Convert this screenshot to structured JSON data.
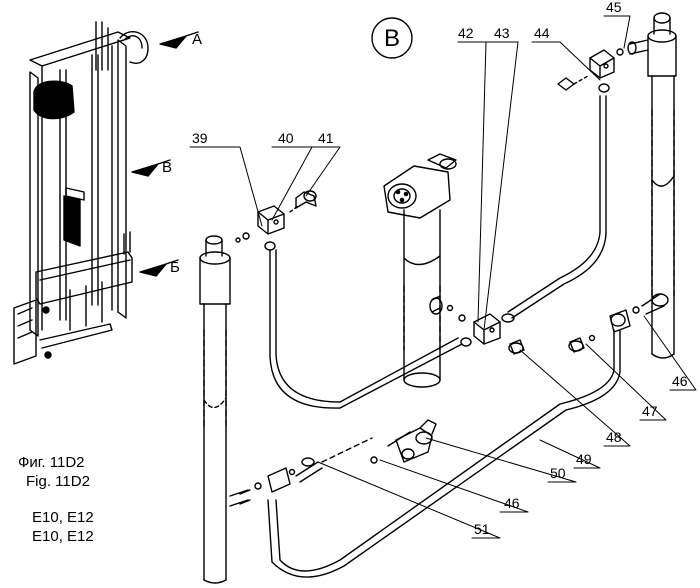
{
  "view_marker": {
    "label": "B"
  },
  "mast_arrows": [
    {
      "id": "a",
      "label": "A"
    },
    {
      "id": "v",
      "label": "B"
    },
    {
      "id": "b",
      "label": "Б"
    }
  ],
  "part_numbers": {
    "p39": "39",
    "p40": "40",
    "p41": "41",
    "p42": "42",
    "p43": "43",
    "p44": "44",
    "p45": "45",
    "p46a": "46",
    "p47": "47",
    "p48": "48",
    "p49": "49",
    "p50": "50",
    "p46b": "46",
    "p51": "51"
  },
  "caption": {
    "fig_ru": "Фиг. 11D2",
    "fig_en": "Fig. 11D2",
    "models_1": "E10, E12",
    "models_2": "E10, E12"
  },
  "colors": {
    "line": "#000000",
    "background": "#ffffff"
  }
}
